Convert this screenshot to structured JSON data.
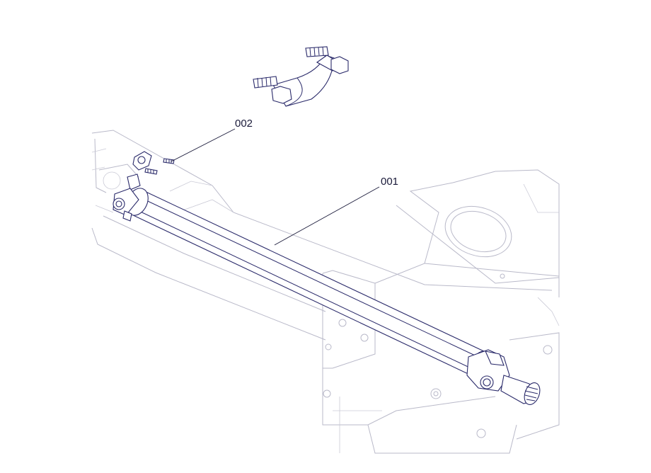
{
  "callouts": [
    {
      "id": "callout-001",
      "label": "001"
    },
    {
      "id": "callout-002",
      "label": "002"
    }
  ],
  "colors": {
    "part_stroke": "#2a2a6a",
    "ghost_stroke": "#b9b9c9",
    "background": "#ffffff"
  }
}
